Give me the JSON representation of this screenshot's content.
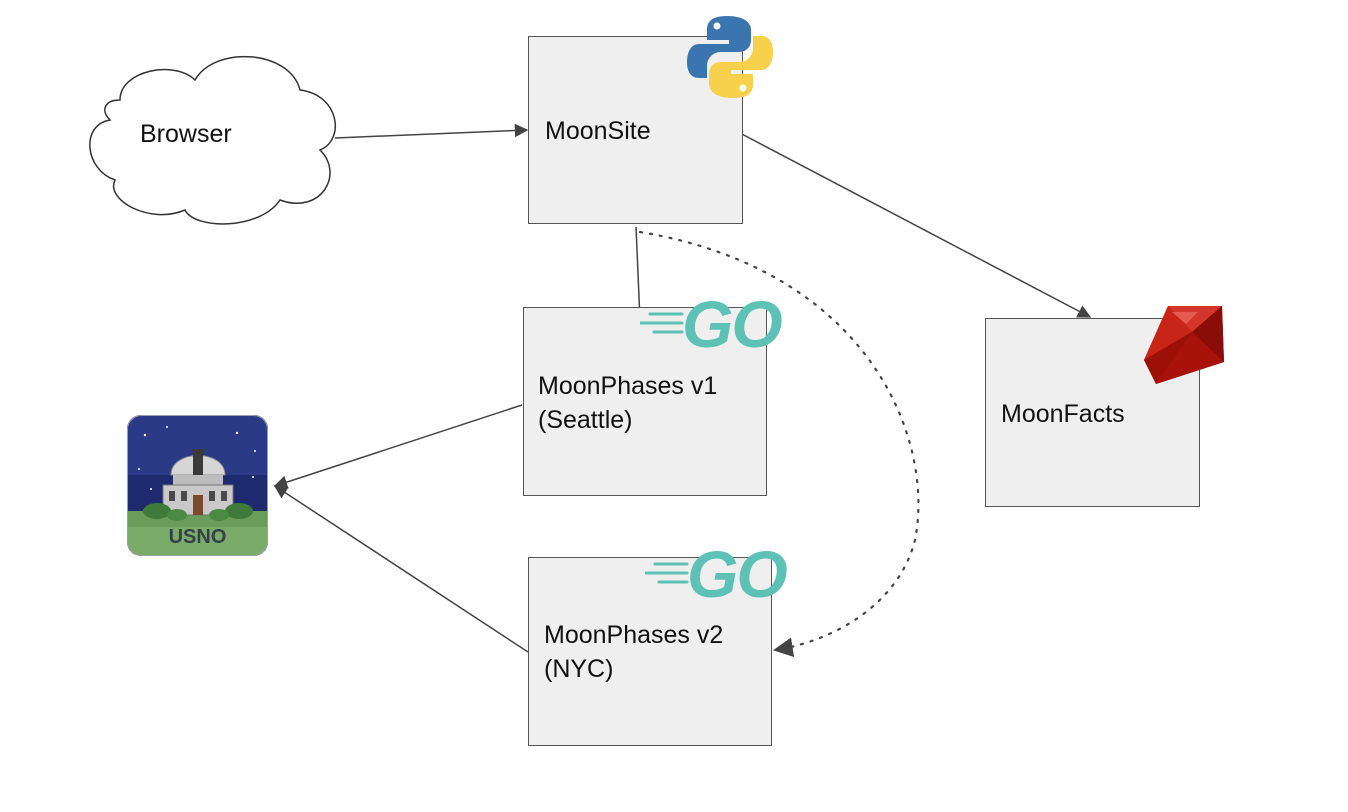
{
  "nodes": {
    "browser": {
      "label": "Browser"
    },
    "moonsite": {
      "label": "MoonSite"
    },
    "moonphases_v1": {
      "line1": "MoonPhases v1",
      "line2": "(Seattle)"
    },
    "moonphases_v2": {
      "line1": "MoonPhases v2",
      "line2": "(NYC)"
    },
    "moonfacts": {
      "label": "MoonFacts"
    },
    "usno": {
      "label": "USNO"
    }
  },
  "logos": {
    "go_text": "GO"
  },
  "colors": {
    "box_fill": "#efefef",
    "box_border": "#555555",
    "edge": "#444444",
    "go_teal": "#5dc1b6",
    "python_blue": "#3a75b0",
    "python_yellow": "#f7d04c",
    "ruby_red": "#b3150d",
    "usno_sky": "#1d2a6e",
    "usno_ground": "#6a9c5a"
  }
}
